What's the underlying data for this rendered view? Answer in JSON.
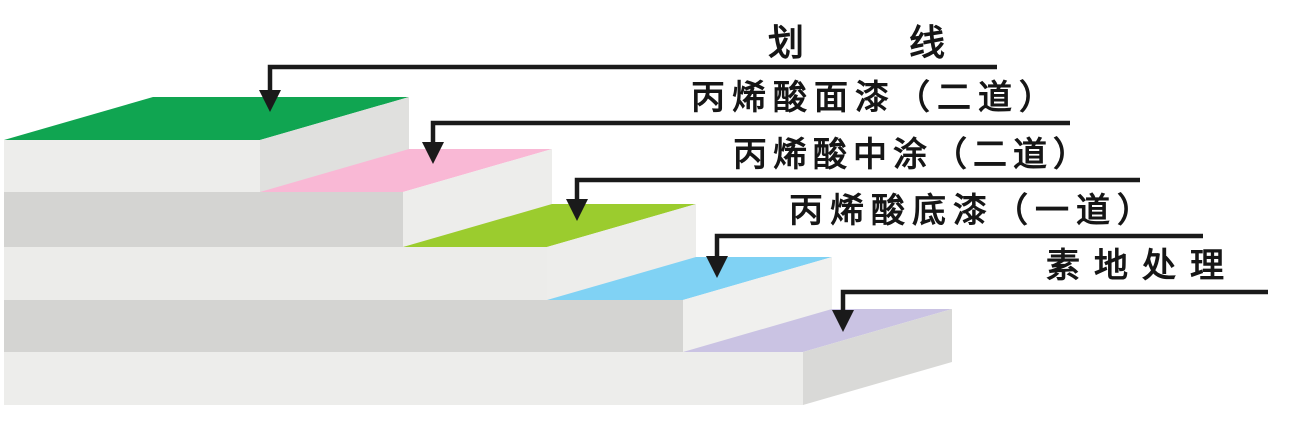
{
  "layers": [
    {
      "label": "划 线",
      "color": "#10a551"
    },
    {
      "label": "丙烯酸面漆（二道）",
      "color": "#f9b8d5"
    },
    {
      "label": "丙烯酸中涂（二道）",
      "color": "#9bcc2e"
    },
    {
      "label": "丙烯酸底漆（一道）",
      "color": "#80d2f4"
    },
    {
      "label": "素地处理",
      "color": "#cac3e3"
    }
  ],
  "palette": {
    "line": "#1a1a1a",
    "background": "#ffffff",
    "front": [
      "#ededeb",
      "#d4d4d2",
      "#ececea",
      "#d4d4d2",
      "#ededeb"
    ],
    "side": [
      "#e0e0de",
      "#ededeb",
      "#ededeb",
      "#f0f0ee",
      "#d9d9d7"
    ]
  }
}
